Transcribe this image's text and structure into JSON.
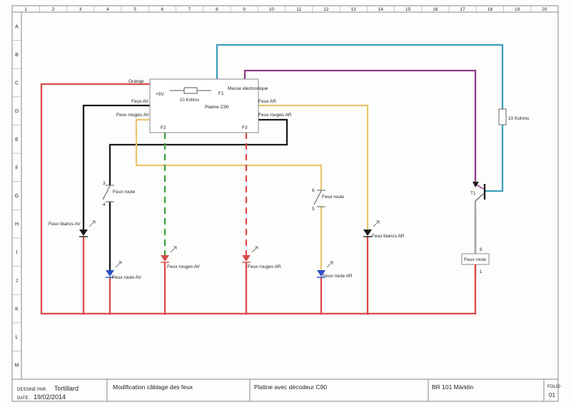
{
  "grid": {
    "columns": [
      "1",
      "2",
      "3",
      "4",
      "5",
      "6",
      "7",
      "8",
      "9",
      "10",
      "11",
      "12",
      "13",
      "14",
      "15",
      "16",
      "17",
      "18",
      "19",
      "20"
    ],
    "rows": [
      "A",
      "B",
      "C",
      "D",
      "E",
      "F",
      "G",
      "H",
      "I",
      "J",
      "K",
      "L",
      "M"
    ]
  },
  "board": {
    "plus5v": "+5V",
    "resistor_label": "10 Kohms",
    "f1": "F1",
    "name": "Platine C90",
    "f2": "F2",
    "f3": "F3"
  },
  "labels": {
    "orange": "Orange",
    "masse": "Masse électronique",
    "feux_av": "Feux AV",
    "feux_rouges_av": "Feux rouges AV",
    "feux_ar": "Feux AR",
    "feux_rouges_ar": "Feux rouges AR",
    "resistor_right": "10 Kohms",
    "transistor": "T1"
  },
  "switches": {
    "left": {
      "pin_top": "3",
      "pin_bottom": "4",
      "label": "Feux route"
    },
    "right": {
      "pin_top": "6",
      "pin_bottom": "5",
      "label": "Feux route"
    },
    "relay": {
      "pin_top": "8",
      "pin_bottom": "1",
      "label": "Feux route"
    }
  },
  "leds": {
    "blancs_av": "Feux blancs AV",
    "route_av": "Feux route AV",
    "rouges_av": "Feux rouges AV",
    "rouges_ar": "Feux rouges AR",
    "route_ar": "Feux route AR",
    "blancs_ar": "Feux blancs AR"
  },
  "title_block": {
    "dessine_par_label": "DESSINE PAR:",
    "author": "Tortillard",
    "date_label": "DATE:",
    "date": "19/02/2014",
    "subject": "Modification câblage des feux",
    "board": "Platine avec décodeur C90",
    "model": "BR 101 Märklin",
    "folio_label": "FOLIO",
    "folio": "01"
  },
  "colors": {
    "red": "#d94a4a",
    "black": "#1a1a1a",
    "yellow": "#e9c56a",
    "green": "#3aa13a",
    "blue": "#3d9fba",
    "purple": "#8b3c86",
    "gray": "#9aa6b0",
    "led_blue": "#2b4fc4",
    "frame": "#888888"
  }
}
